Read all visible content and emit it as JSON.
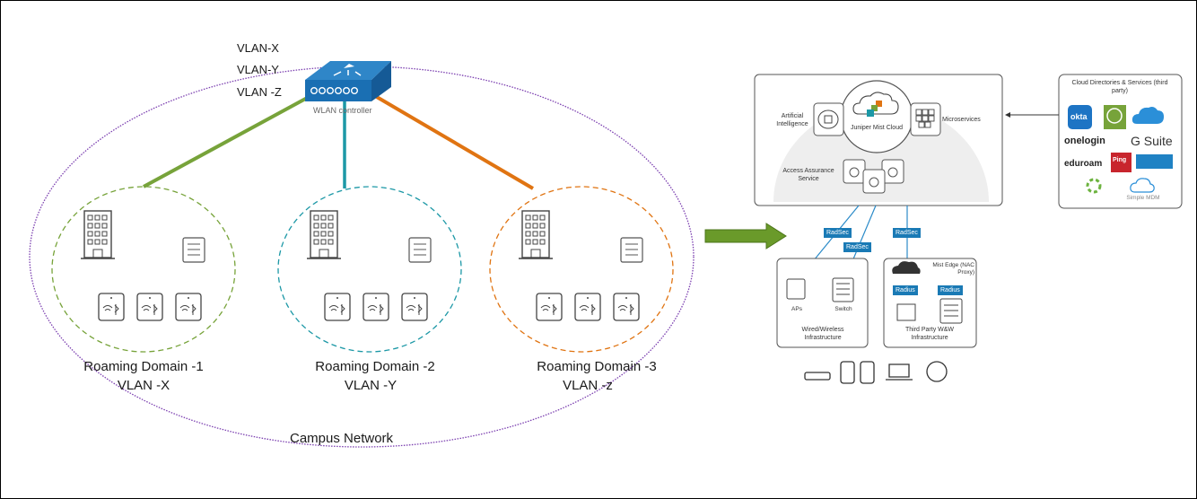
{
  "campus": {
    "label": "Campus Network",
    "vlans": [
      "VLAN-X",
      "VLAN-Y",
      "VLAN -Z"
    ],
    "controller_label": "WLAN controller",
    "controller_color": "#1a6fb3",
    "links": [
      {
        "to": "Roaming Domain -1",
        "color": "#77a33a"
      },
      {
        "to": "Roaming Domain -2",
        "color": "#1c98a6"
      },
      {
        "to": "Roaming Domain -3",
        "color": "#e07412"
      }
    ],
    "domains": [
      {
        "name": "Roaming Domain -1",
        "vlan": "VLAN -X",
        "border_color": "#77a33a",
        "access_points": 3,
        "switches": 1,
        "buildings": 1
      },
      {
        "name": "Roaming Domain -2",
        "vlan": "VLAN -Y",
        "border_color": "#1c98a6",
        "access_points": 3,
        "switches": 1,
        "buildings": 1
      },
      {
        "name": "Roaming Domain -3",
        "vlan": "VLAN -z",
        "border_color": "#e07412",
        "access_points": 3,
        "switches": 1,
        "buildings": 1
      }
    ],
    "boundary_color": "#7b3fb0"
  },
  "transition_arrow_color": "#6a9a2a",
  "mist": {
    "cloud_title": "Juniper Mist Cloud",
    "ai_label": "Artificial Intelligence",
    "microservices_label": "Microservices",
    "access_assurance_label": "Access Assurance Service",
    "radsec_tags": [
      "RadSec",
      "RadSec",
      "RadSec"
    ],
    "radius_tags": [
      "Radius",
      "Radius"
    ],
    "wired_wireless": {
      "title": "Wired/Wireless Infrastructure",
      "items": [
        "APs",
        "Switch"
      ]
    },
    "third_party": {
      "title": "Third Party W&W Infrastructure",
      "edge_label": "Mist Edge (NAC Proxy)"
    },
    "clients": [
      "router-wifi",
      "iphone",
      "android-phone",
      "laptop",
      "iot"
    ],
    "tag_color": "#1a7ab5"
  },
  "directories": {
    "title": "Cloud Directories & Services (third party)",
    "services": [
      "okta",
      "SecureW2",
      "Microsoft Azure",
      "onelogin",
      "G Suite",
      "eduroam",
      "Ping Identity",
      "Microsoft Intune",
      "Workspace ONE",
      "Simple MDM"
    ]
  }
}
